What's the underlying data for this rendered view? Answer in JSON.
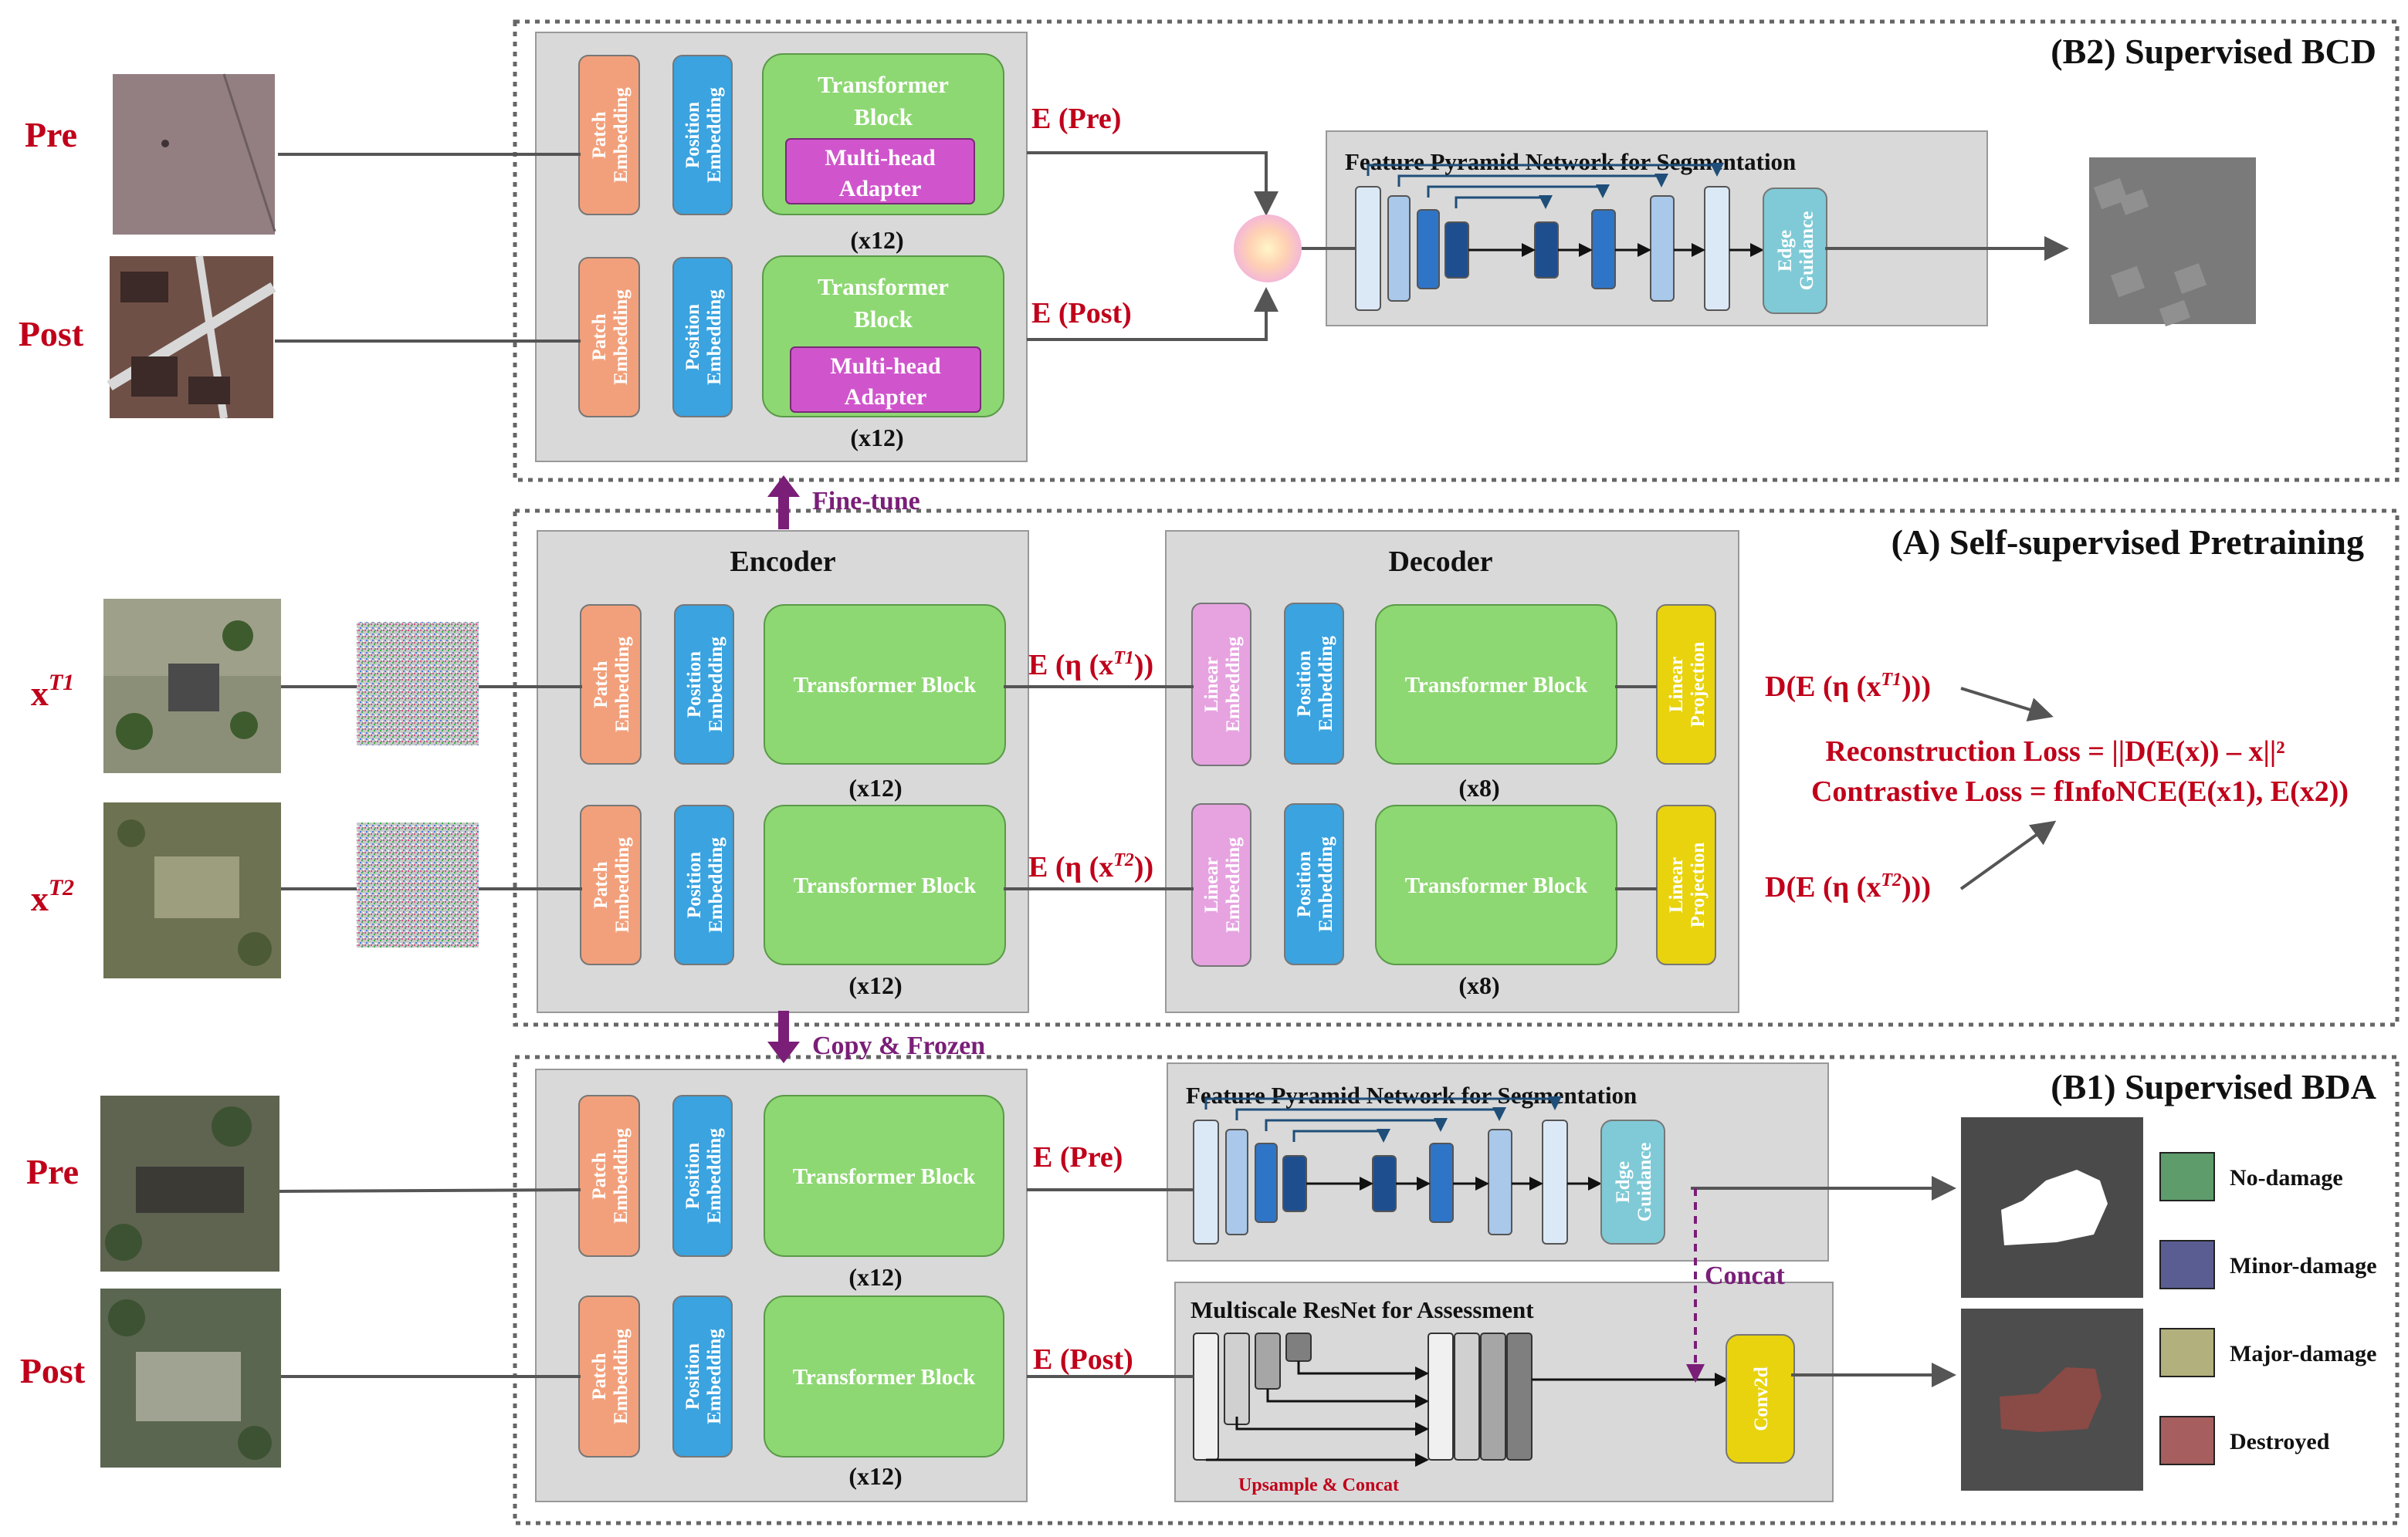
{
  "sections": {
    "b2": {
      "title": "(B2) Supervised BCD"
    },
    "a": {
      "title": "(A) Self-supervised Pretraining"
    },
    "b1": {
      "title": "(B1) Supervised BDA"
    }
  },
  "inputs": {
    "b2_pre": "Pre",
    "b2_post": "Post",
    "a_t1": "x",
    "a_t1_sup": "T1",
    "a_t2": "x",
    "a_t2_sup": "T2",
    "b1_pre": "Pre",
    "b1_post": "Post"
  },
  "blocks": {
    "patch_embedding": "Patch Embedding",
    "position_embedding": "Position Embedding",
    "linear_embedding": "Linear Embedding",
    "linear_projection": "Linear Projection",
    "transformer_block": "Transformer Block",
    "multihead_adapter": "Multi-head Adapter",
    "edge_guidance": "Edge Guidance",
    "conv2d": "Conv2d",
    "x12": "(x12)",
    "x8": "(x8)"
  },
  "headers": {
    "encoder": "Encoder",
    "decoder": "Decoder",
    "fpn": "Feature Pyramid Network for Segmentation",
    "resnet": "Multiscale ResNet for Assessment",
    "upsample": "Upsample & Concat"
  },
  "arrows": {
    "fine_tune": "Fine-tune",
    "copy_frozen": "Copy & Frozen",
    "concat": "Concat"
  },
  "features": {
    "e_pre": "E (Pre)",
    "e_post": "E (Post)",
    "e_eta_t1": "E (η (x",
    "e_eta_t2": "E (η (x",
    "d_t1": "D(E (η (x",
    "d_t2": "D(E (η (x",
    "close2": "))",
    "close3": ")))"
  },
  "losses": {
    "reconstruction": "Reconstruction Loss = ||D(E(x)) – x||²",
    "contrastive": "Contrastive Loss =  fInfoNCE(E(x1), E(x2))"
  },
  "legend": [
    {
      "label": "No-damage",
      "color": "#5e9c6b"
    },
    {
      "label": "Minor-damage",
      "color": "#5a5d92"
    },
    {
      "label": "Major-damage",
      "color": "#b2b07c"
    },
    {
      "label": "Destroyed",
      "color": "#a65e5e"
    }
  ],
  "colors": {
    "title_red": "#c0001a",
    "patch": "#f2a07b",
    "position": "#3aa3e0",
    "transformer": "#8ed873",
    "adapter": "#d055cc",
    "linear_emb": "#e6a3e0",
    "linear_proj": "#e8d30e",
    "edge": "#7fcad6",
    "conv": "#e8d30e",
    "purple_arrow": "#7a1e78"
  }
}
